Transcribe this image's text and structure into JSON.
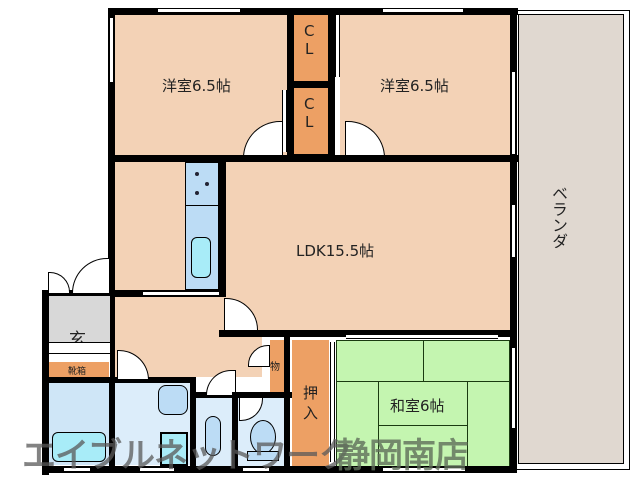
{
  "floorplan": {
    "rooms": {
      "western_room_1": {
        "label": "洋室6.5帖",
        "color": "#f3d2b6"
      },
      "western_room_2": {
        "label": "洋室6.5帖",
        "color": "#f3d2b6"
      },
      "closet_1": {
        "label_c": "C",
        "label_l": "L",
        "color": "#eda064"
      },
      "closet_2": {
        "label_c": "C",
        "label_l": "L",
        "color": "#eda064"
      },
      "ldk": {
        "label": "LDK15.5帖",
        "color": "#f3d2b6"
      },
      "japanese_room": {
        "label": "和室6帖",
        "color": "#c4f5b0"
      },
      "oshiire": {
        "label_top": "押",
        "label_bottom": "入",
        "color": "#eda064"
      },
      "storage": {
        "label": "物",
        "color": "#eda064"
      },
      "entrance": {
        "label": "玄",
        "color": "#d8d8d8"
      },
      "shoe_box": {
        "label": "靴箱",
        "color": "#eda064"
      },
      "veranda": {
        "label": "ベランダ",
        "color": "#e0d8d0"
      },
      "bath": {
        "color": "#cfe6f7"
      },
      "washroom": {
        "color": "#dcedfa"
      },
      "toilet": {
        "color": "#dcedfa"
      }
    },
    "colors": {
      "wall": "#000000",
      "wet_area": "#bcdcf5",
      "fixture": "#a8ecf8"
    }
  },
  "watermark": {
    "left": "エイブルネットワーク",
    "right": "静岡南店"
  }
}
